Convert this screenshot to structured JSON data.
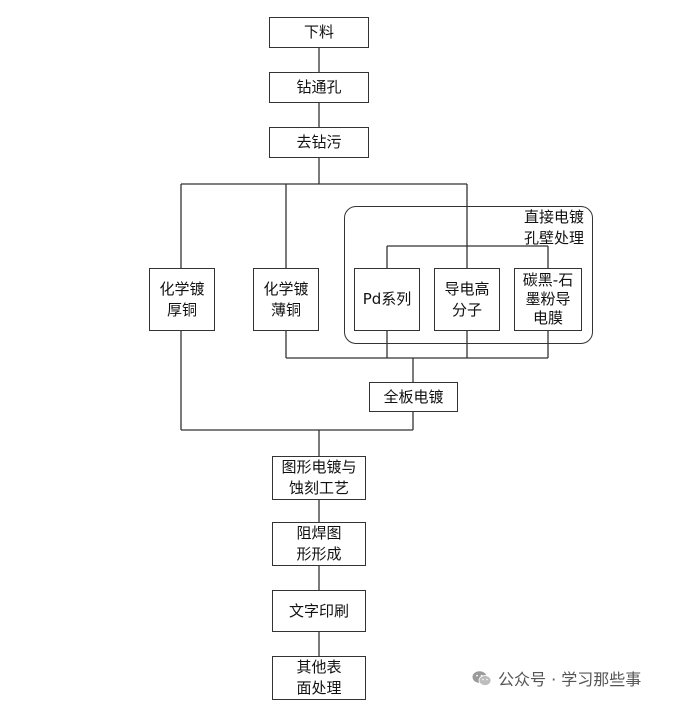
{
  "nodes": {
    "cut": [
      "下料"
    ],
    "drill": [
      "钻通孔"
    ],
    "desmear": [
      "去钻污"
    ],
    "eless_thick": [
      "化学镀",
      "厚铜"
    ],
    "eless_thin": [
      "化学镀",
      "薄铜"
    ],
    "pd": [
      "Pd系列"
    ],
    "polymer": [
      "导电高",
      "分子"
    ],
    "carbon": [
      "碳黑-石",
      "墨粉导",
      "电膜"
    ],
    "panel_plating": [
      "全板电镀"
    ],
    "pattern": [
      "图形电镀与",
      "蚀刻工艺"
    ],
    "solder_mask": [
      "阻焊图",
      "形形成"
    ],
    "legend_print": [
      "文字印刷"
    ],
    "surface": [
      "其他表",
      "面处理"
    ]
  },
  "group": {
    "label": [
      "直接电镀",
      "孔壁处理"
    ]
  },
  "watermark": {
    "text": "公众号 · 学习那些事",
    "icon": "wechat-icon"
  },
  "colors": {
    "line": "#333333",
    "text": "#111111",
    "watermark": "#555555"
  }
}
